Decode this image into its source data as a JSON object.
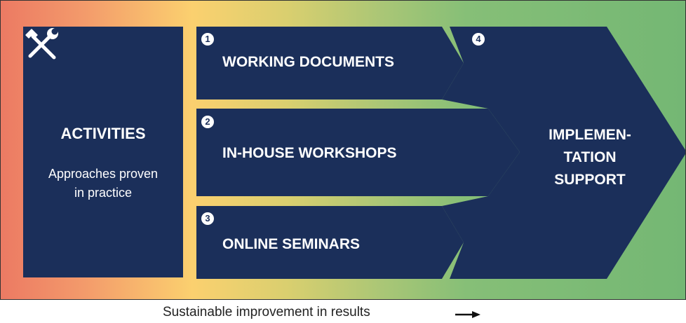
{
  "activities": {
    "icon": "tools-icon",
    "title": "ACTIVITIES",
    "subtitle_lines": [
      "Approaches proven",
      "in practice"
    ]
  },
  "steps": [
    {
      "number": "1",
      "label": "WORKING DOCUMENTS"
    },
    {
      "number": "2",
      "label": "IN-HOUSE WORKSHOPS"
    },
    {
      "number": "3",
      "label": "ONLINE SEMINARS"
    },
    {
      "number": "4",
      "label_lines": [
        "IMPLEMEN-",
        "TATION",
        "SUPPORT"
      ]
    }
  ],
  "footer": {
    "text": "Sustainable improvement in results",
    "icon": "arrow-right-icon"
  },
  "colors": {
    "navy": "#1b2f5a",
    "gradient_start": "#ec7a63",
    "gradient_mid": "#fbd06f",
    "gradient_end": "#74b774"
  }
}
